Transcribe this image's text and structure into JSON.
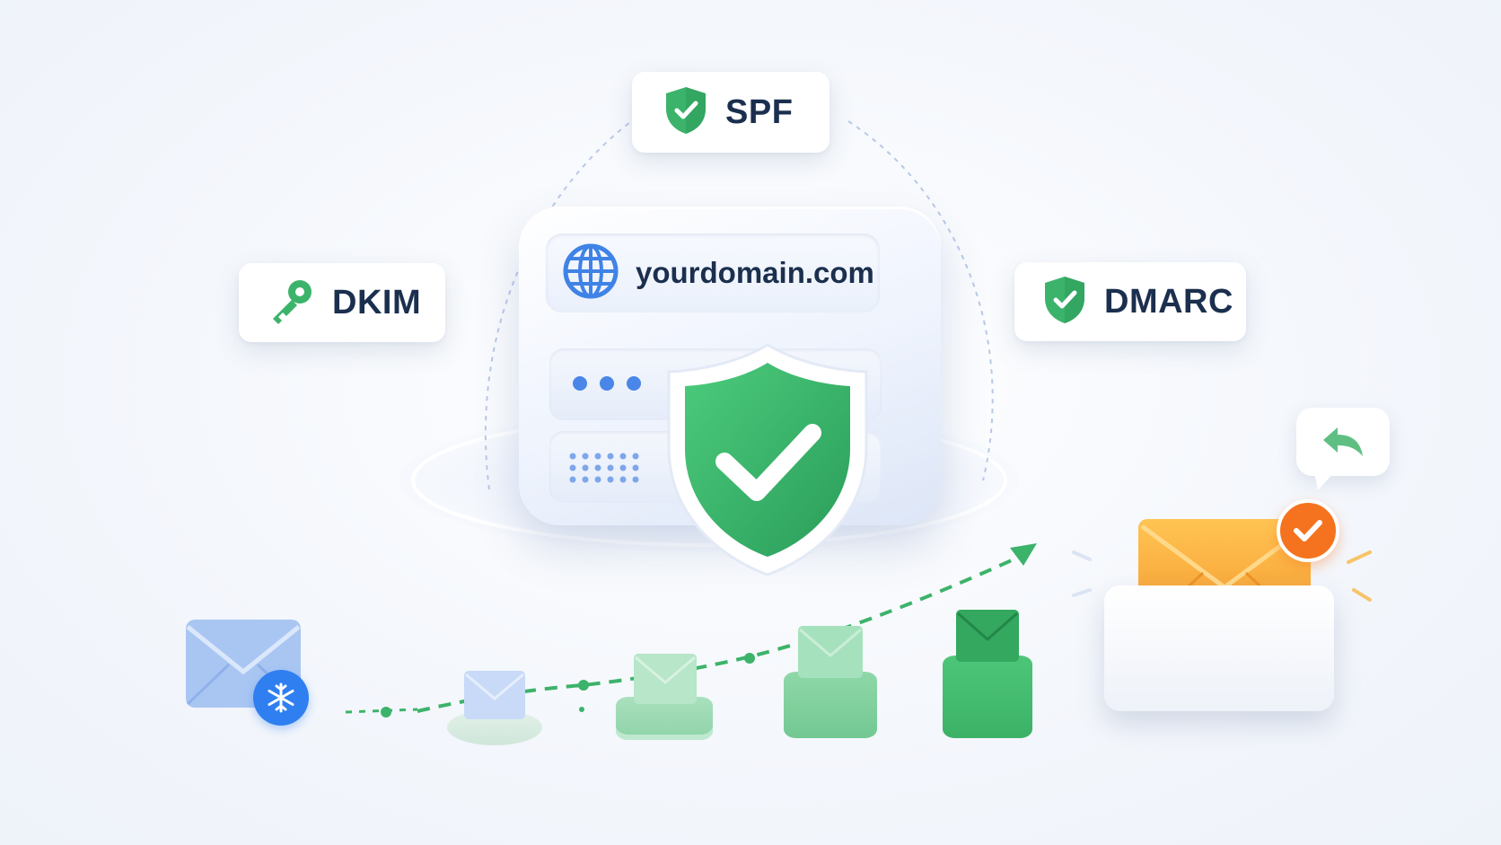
{
  "domain": "yourdomain.com",
  "auth_badges": {
    "spf": {
      "label": "SPF",
      "icon": "shield-check-icon"
    },
    "dkim": {
      "label": "DKIM",
      "icon": "key-icon"
    },
    "dmarc": {
      "label": "DMARC",
      "icon": "shield-check-icon"
    }
  },
  "server": {
    "icon": "globe-icon",
    "status_icon": "shield-check-icon"
  },
  "inbox": {
    "icon": "envelope-icon",
    "badge_icon": "check-icon",
    "reply_icon": "reply-icon"
  },
  "frozen_mail": {
    "icon": "envelope-icon",
    "badge_icon": "snowflake-icon"
  },
  "colors": {
    "green": "#3cb36a",
    "dark_green": "#27955a",
    "navy": "#1b2f4e",
    "blue": "#3f83e6",
    "orange": "#f6a93b",
    "background": "#f4f7fc"
  }
}
